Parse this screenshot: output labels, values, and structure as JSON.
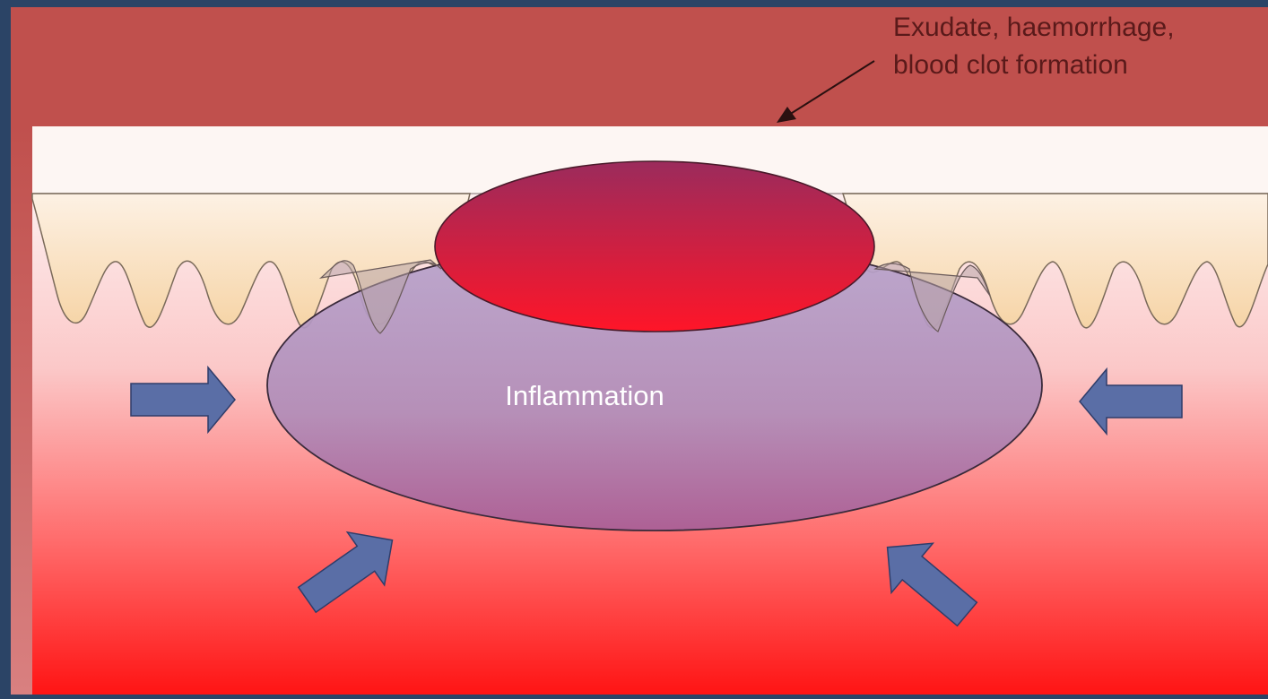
{
  "diagram": {
    "callout": {
      "line1": "Exudate, haemorrhage,",
      "line2": "blood clot formation"
    },
    "inflammation_label": "Inflammation",
    "arrows": {
      "left": "right-pointing",
      "right": "left-pointing",
      "bottom_left": "up-right-pointing",
      "bottom_right": "up-left-pointing"
    },
    "colors": {
      "frame": "#2b4466",
      "top_band": "#c0504d",
      "skin_surface": "#fdf6f2",
      "dermis_wave": "#f7d9b0",
      "tissue_top": "#fde6e6",
      "tissue_bottom": "#ff1a1a",
      "clot_top": "#9e2a5a",
      "clot_bottom": "#ff1a2a",
      "inflammation_top": "#b9a0c9",
      "inflammation_bottom": "#a86a9e",
      "arrow_fill": "#5a6ea6"
    }
  }
}
